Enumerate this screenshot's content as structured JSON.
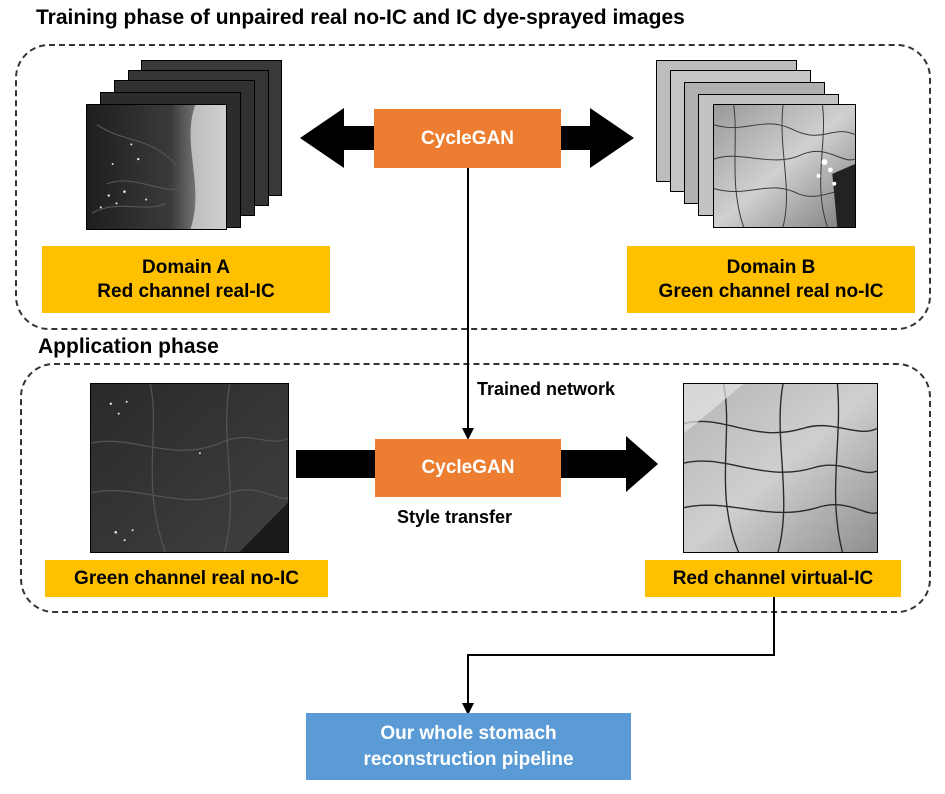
{
  "title": "Training phase of unpaired real no-IC and IC dye-sprayed images",
  "training": {
    "cyclegan_label": "CycleGAN",
    "domain_a": {
      "line1": "Domain A",
      "line2": "Red channel real-IC"
    },
    "domain_b": {
      "line1": "Domain B",
      "line2": "Green channel real no-IC"
    }
  },
  "application": {
    "heading": "Application phase",
    "trained_network_label": "Trained network",
    "cyclegan_label": "CycleGAN",
    "style_transfer_label": "Style transfer",
    "input_label": "Green channel real no-IC",
    "output_label": "Red channel virtual-IC"
  },
  "pipeline": {
    "line1": "Our whole stomach",
    "line2": "reconstruction pipeline"
  },
  "colors": {
    "orange": "#ed7d31",
    "yellow": "#ffc000",
    "blue": "#5b9bd5"
  }
}
